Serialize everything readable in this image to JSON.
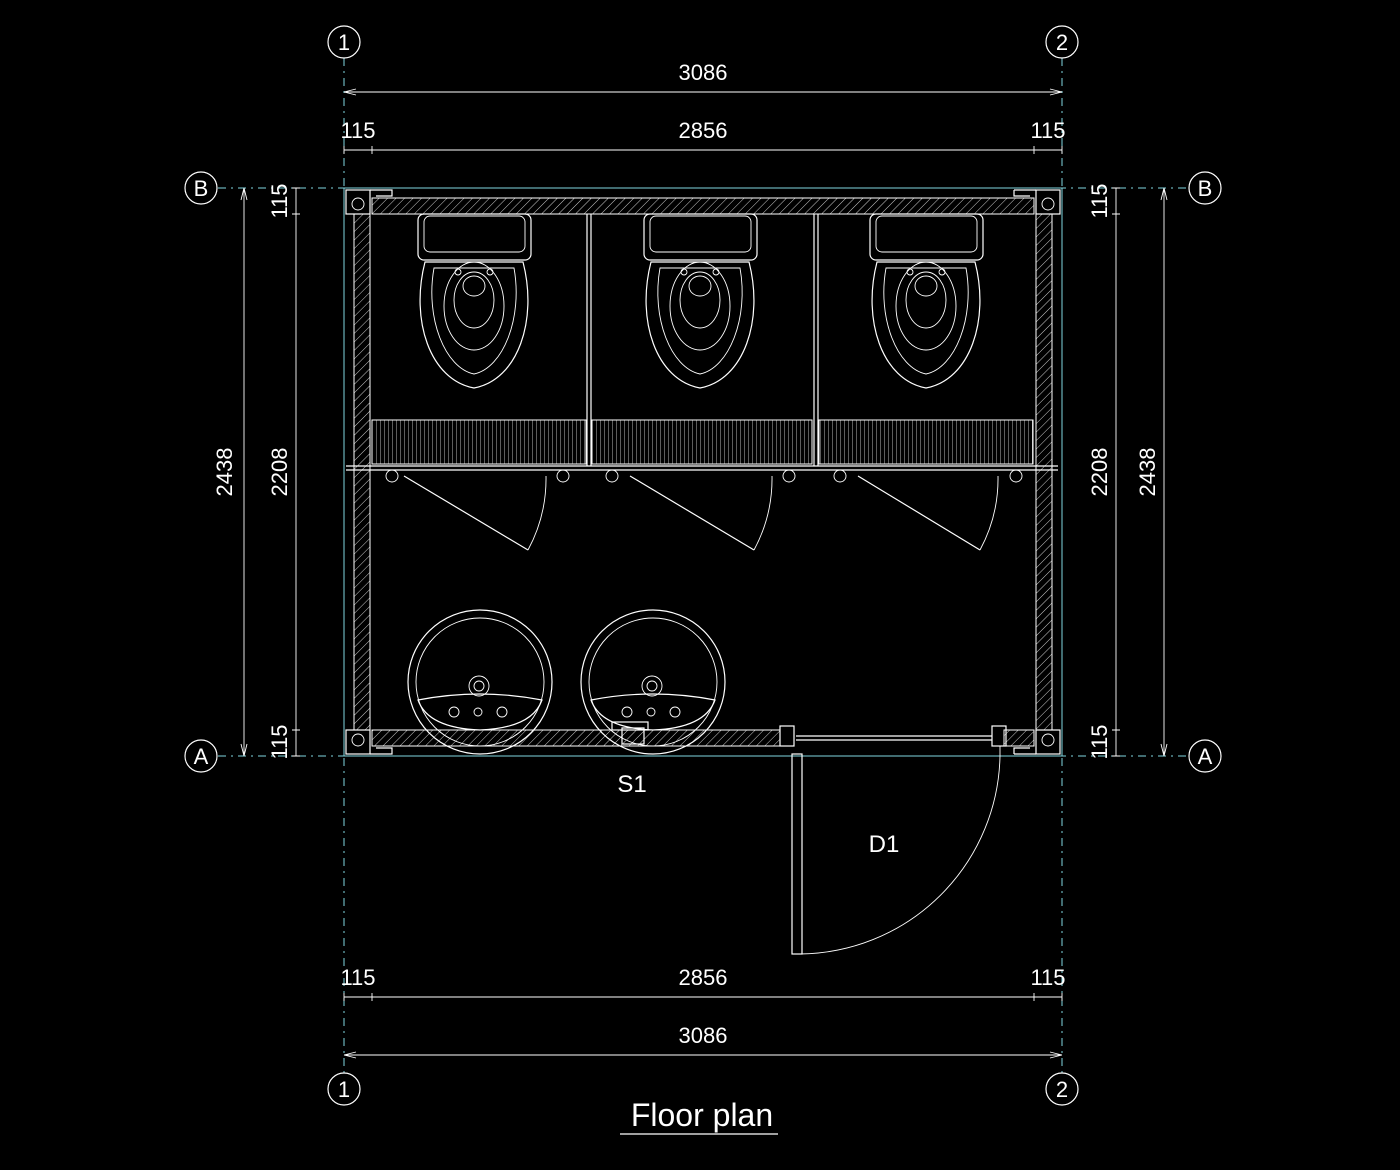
{
  "drawing": {
    "title": "Floor plan",
    "grid": {
      "col_1": "1",
      "col_2": "2",
      "row_a": "A",
      "row_b": "B"
    },
    "dimensions": {
      "overall_width": "3086",
      "inner_width": "2856",
      "wall_thickness": "115",
      "overall_height": "2438",
      "inner_height": "2208"
    },
    "tags": {
      "sink": "S1",
      "door": "D1"
    }
  }
}
